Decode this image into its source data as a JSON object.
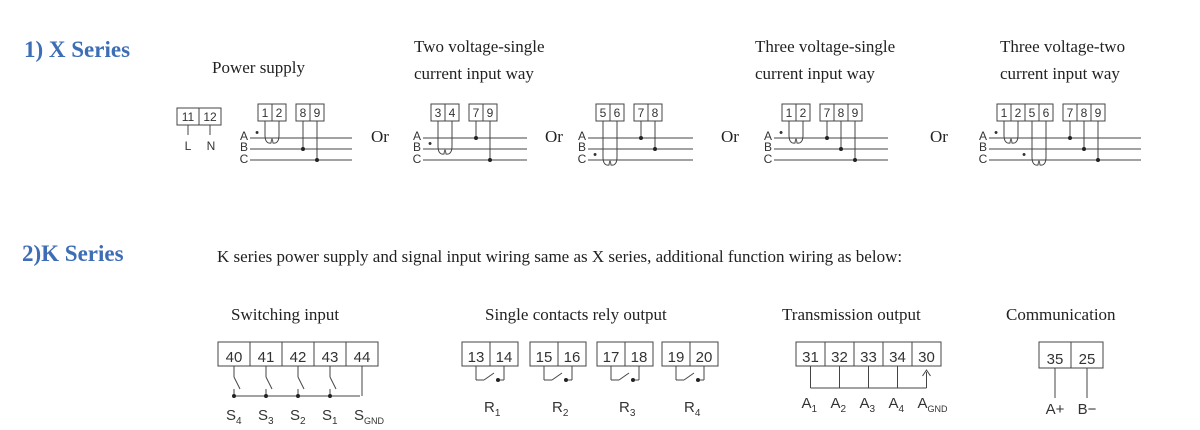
{
  "colors": {
    "heading": "#3d6db5",
    "line": "#444444",
    "text": "#222222"
  },
  "x_series": {
    "heading": "1) X Series",
    "power_supply": {
      "title": "Power supply",
      "terminals": [
        "11",
        "12"
      ],
      "labels": [
        "L",
        "N"
      ]
    },
    "two_voltage_single_current": {
      "title_line1": "Two voltage-single",
      "title_line2": "current input way"
    },
    "three_voltage_single_current": {
      "title_line1": "Three voltage-single",
      "title_line2": "current input way"
    },
    "three_voltage_two_current": {
      "title_line1": "Three voltage-two",
      "title_line2": "current input way"
    },
    "or_word": "Or",
    "phase_labels": [
      "A",
      "B",
      "C"
    ],
    "diagram1_terminals": [
      "1",
      "2",
      "8",
      "9"
    ],
    "diagram2_terminals": [
      "3",
      "4",
      "7",
      "9"
    ],
    "diagram3_terminals": [
      "5",
      "6",
      "7",
      "8"
    ],
    "diagram4_terminals": [
      "1",
      "2",
      "7",
      "8",
      "9"
    ],
    "diagram5_terminals": [
      "1",
      "2",
      "5",
      "6",
      "7",
      "8",
      "9"
    ]
  },
  "k_series": {
    "heading": "2)K Series",
    "description": "K series power supply and signal input wiring same as X series, additional function wiring as below:",
    "switching_input": {
      "title": "Switching input",
      "terminals": [
        "40",
        "41",
        "42",
        "43",
        "44"
      ],
      "labels": [
        {
          "base": "S",
          "sub": "4"
        },
        {
          "base": "S",
          "sub": "3"
        },
        {
          "base": "S",
          "sub": "2"
        },
        {
          "base": "S",
          "sub": "1"
        },
        {
          "base": "S",
          "sub": "GND"
        }
      ]
    },
    "relay_output": {
      "title": "Single contacts rely output",
      "groups": [
        {
          "terminals": [
            "13",
            "14"
          ],
          "base": "R",
          "sub": "1"
        },
        {
          "terminals": [
            "15",
            "16"
          ],
          "base": "R",
          "sub": "2"
        },
        {
          "terminals": [
            "17",
            "18"
          ],
          "base": "R",
          "sub": "3"
        },
        {
          "terminals": [
            "19",
            "20"
          ],
          "base": "R",
          "sub": "4"
        }
      ]
    },
    "transmission_output": {
      "title": "Transmission output",
      "terminals": [
        "31",
        "32",
        "33",
        "34",
        "30"
      ],
      "labels": [
        {
          "base": "A",
          "sub": "1"
        },
        {
          "base": "A",
          "sub": "2"
        },
        {
          "base": "A",
          "sub": "3"
        },
        {
          "base": "A",
          "sub": "4"
        },
        {
          "base": "A",
          "sub": "GND"
        }
      ]
    },
    "communication": {
      "title": "Communication",
      "terminals": [
        "35",
        "25"
      ],
      "labels": [
        "A+",
        "B−"
      ]
    }
  }
}
